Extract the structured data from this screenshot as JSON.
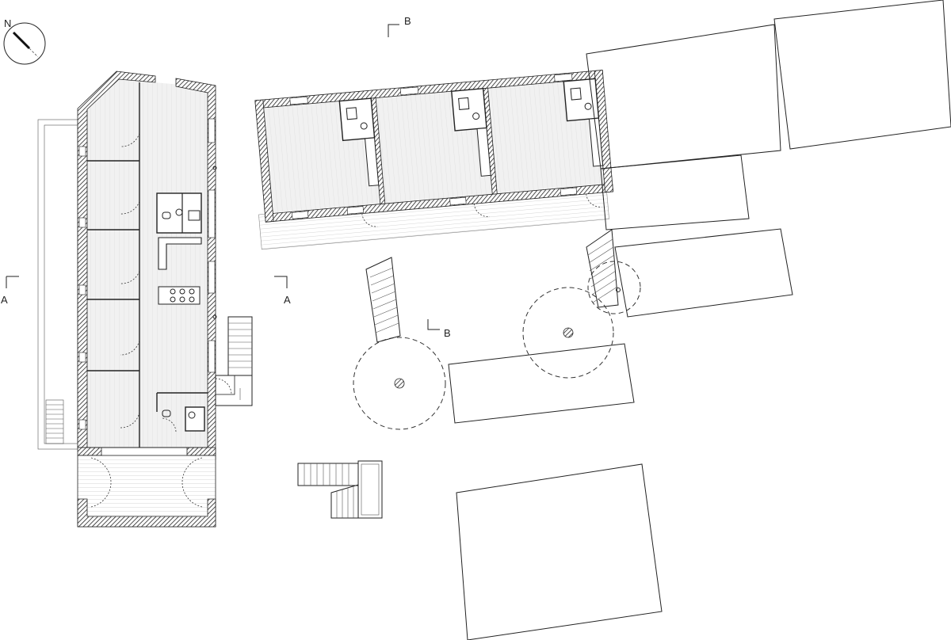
{
  "north_label": "N",
  "section_a_label": "A",
  "section_b_label": "B"
}
